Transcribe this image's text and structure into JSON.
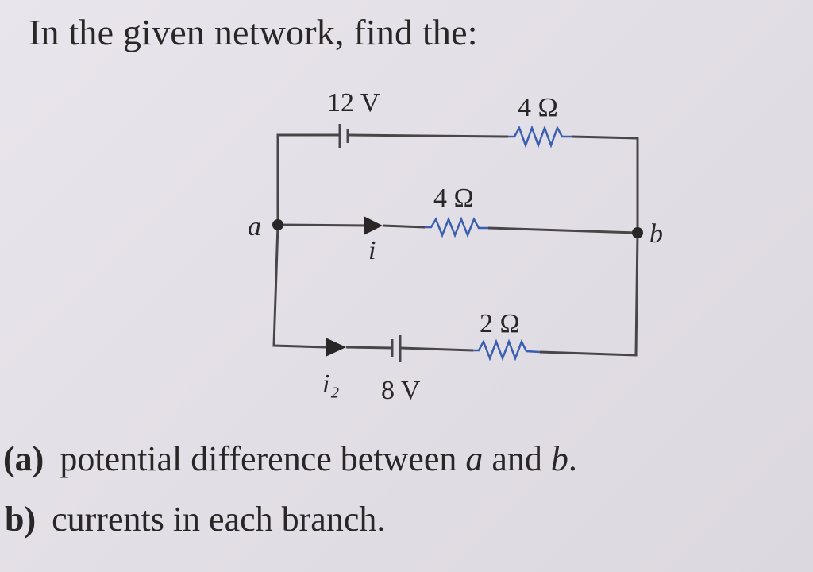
{
  "question": "In the given network, find the:",
  "circuit": {
    "battery_top": "12 V",
    "resistor_top": "4 Ω",
    "resistor_middle": "4 Ω",
    "resistor_bottom": "2 Ω",
    "battery_bottom": "8 V",
    "node_a": "a",
    "node_b": "b",
    "current_middle": "i",
    "current_bottom": "i₂"
  },
  "parts": [
    {
      "label": "(a)",
      "text_before": "potential difference between ",
      "var1": "a",
      "text_mid": " and ",
      "var2": "b",
      "text_after": "."
    },
    {
      "label": "b)",
      "text": "currents in each branch."
    }
  ]
}
